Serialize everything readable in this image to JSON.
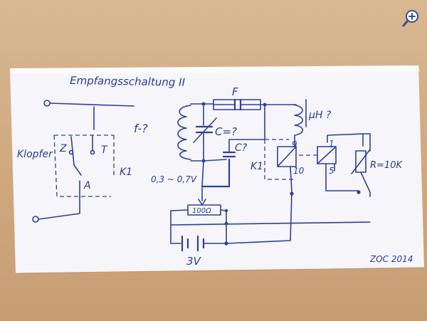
{
  "diagram": {
    "title": "Empfangsschaltung II",
    "labels": {
      "klopfer": "Klopfer",
      "z": "Z",
      "t": "T",
      "a": "A",
      "k1_left": "K1",
      "k1_mid": "K1",
      "f_q": "f-?",
      "c_var": "C=?",
      "c_q": "C?",
      "f_top": "F",
      "uh": "µH ?",
      "voltage": "0,3 ~ 0,7V",
      "pot": "100Ω",
      "battery": "3V",
      "relay_9": "9",
      "relay_10": "10",
      "relay_1": "1",
      "relay_5": "5",
      "resistor": "R=10K",
      "signature": "ZOC 2014"
    }
  },
  "ui": {
    "zoom_icon": "zoom-in-icon"
  },
  "colors": {
    "ink": "#2e3f9e",
    "paper": "#f5f4f8",
    "table": "#d0a980"
  }
}
